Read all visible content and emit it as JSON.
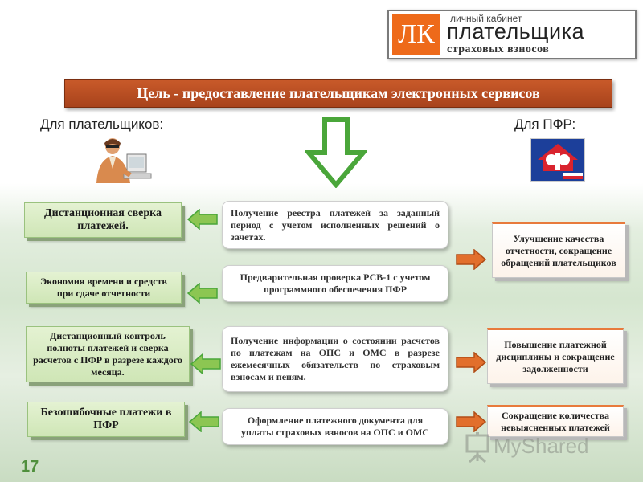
{
  "logo": {
    "lk": "ЛК",
    "small": "личный кабинет",
    "big": "плательщика",
    "sub": "страховых взносов"
  },
  "goal": "Цель - предоставление плательщикам электронных сервисов",
  "for_payers": "Для  плательщиков:",
  "for_pfr": "Для  ПФР:",
  "left_items": [
    "Дистанционная сверка платежей.",
    "Экономия времени и средств при сдаче отчетности",
    "Дистанционный контроль полноты платежей и сверка расчетов с ПФР в разрезе каждого месяца.",
    "Безошибочные платежи в ПФР"
  ],
  "middle_items": [
    "Получение реестра платежей за заданный период с учетом исполненных решений о зачетах.",
    "Предварительная проверка РСВ-1 с учетом программного обеспечения ПФР",
    "Получение информации о состоянии расчетов по платежам на ОПС и ОМС в разрезе ежемесячных обязательств по страховым взносам и пеням.",
    "Оформление платежного документа для уплаты страховых взносов на ОПС и ОМС"
  ],
  "right_items": [
    "Улучшение качества отчетности, сокращение обращений плательщиков",
    "Повышение платежной дисциплины и сокращение задолженности",
    "Сокращение количества невыясненных платежей"
  ],
  "watermark": "MyShared",
  "page_number": "17",
  "colors": {
    "goal_banner": "#b84d22",
    "green_arrow": "#4aa63a",
    "orange_arrow": "#e26f2c",
    "page_number": "#4f8f3c"
  }
}
